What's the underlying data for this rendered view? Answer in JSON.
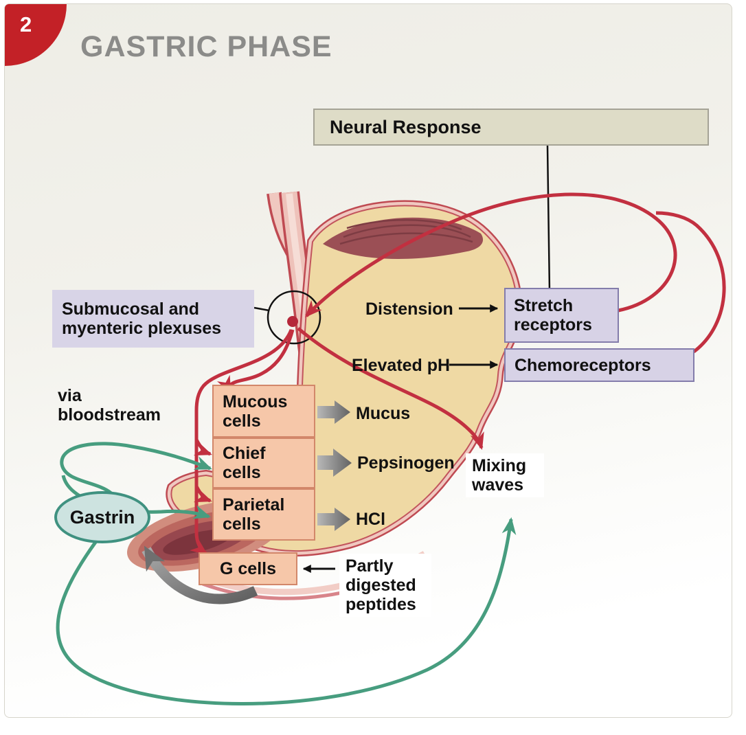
{
  "badge": {
    "number": "2"
  },
  "title": "GASTRIC PHASE",
  "boxes": {
    "neural_response": "Neural Response",
    "submucosal": "Submucosal and myenteric plexuses",
    "stretch_receptors": "Stretch receptors",
    "chemoreceptors": "Chemoreceptors",
    "mucous_cells": "Mucous cells",
    "chief_cells": "Chief cells",
    "parietal_cells": "Parietal cells",
    "g_cells": "G cells",
    "gastrin": "Gastrin"
  },
  "labels": {
    "distension": "Distension",
    "elevated_ph": "Elevated pH",
    "mucus": "Mucus",
    "pepsinogen": "Pepsinogen",
    "hcl": "HCl",
    "mixing_waves": "Mixing waves",
    "partly_digested": "Partly digested peptides",
    "via_bloodstream": "via bloodstream"
  },
  "colors": {
    "badge_red": "#c32127",
    "title_gray": "#8b8b89",
    "neural_box_fill": "#dedcc7",
    "lavender_fill": "#d7d2e6",
    "lavender_border": "#837cab",
    "peach_fill": "#f6c7a9",
    "peach_border": "#d2876a",
    "gastrin_fill": "#cde3e0",
    "gastrin_border": "#3f9180",
    "red_arrow": "#c23040",
    "green_arrow": "#479d7f",
    "gray_arrow": "#6f6f6f",
    "stomach_interior": "#efd9a4",
    "stomach_wall": "#f0c8c0",
    "stomach_outline": "#bf4a52"
  }
}
